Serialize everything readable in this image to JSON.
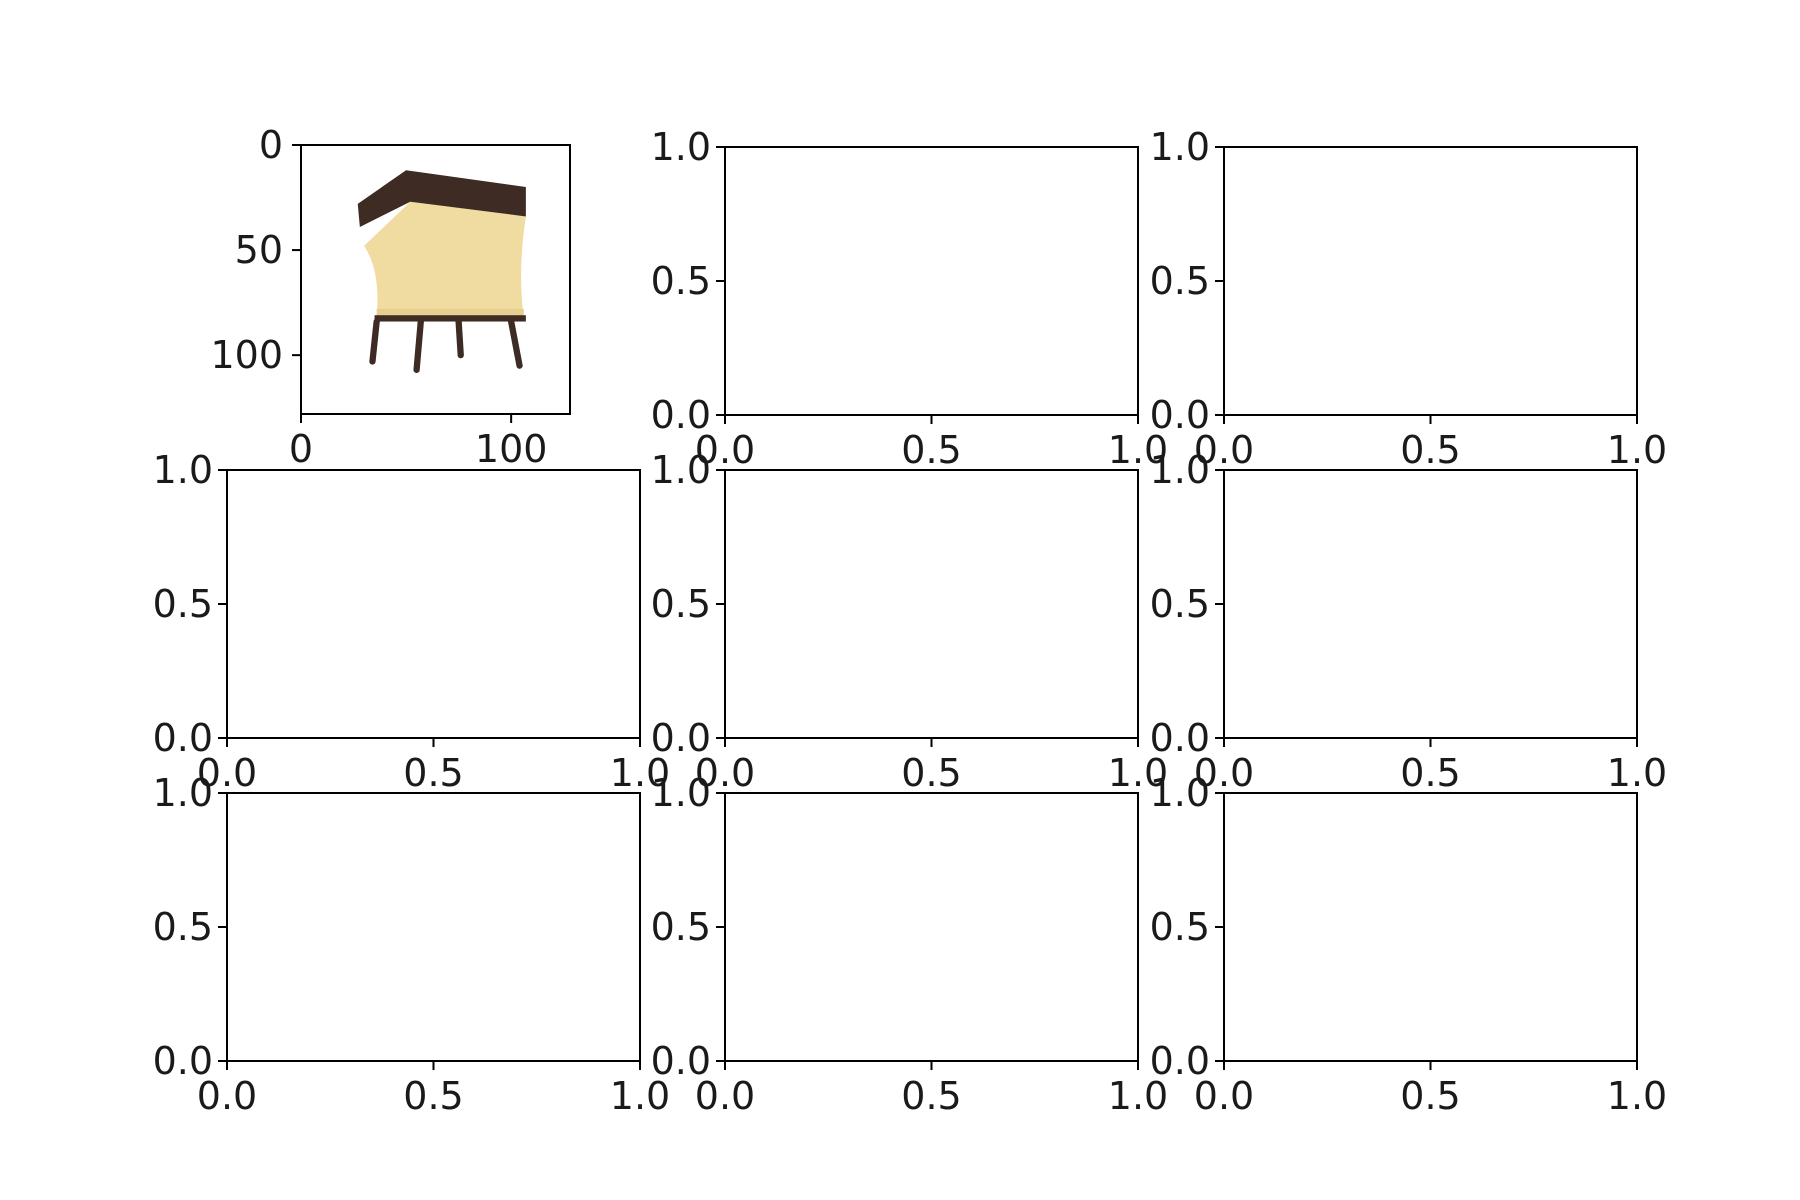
{
  "chart_data": [
    {
      "type": "image",
      "image_description": "chair",
      "xticks": [
        0,
        100
      ],
      "yticks": [
        0,
        50,
        100
      ],
      "xlim": [
        0,
        128
      ],
      "ylim": [
        128,
        0
      ],
      "colors": {
        "frame": "#3d2b24",
        "cushion": "#f0dca0",
        "cushion_shade": "#e6cf8e"
      }
    },
    {
      "type": "blank",
      "xlim": [
        0,
        1
      ],
      "ylim": [
        0,
        1
      ],
      "xticks": [
        "0.0",
        "0.5",
        "1.0"
      ],
      "yticks": [
        "0.0",
        "0.5",
        "1.0"
      ]
    },
    {
      "type": "blank",
      "xlim": [
        0,
        1
      ],
      "ylim": [
        0,
        1
      ],
      "xticks": [
        "0.0",
        "0.5",
        "1.0"
      ],
      "yticks": [
        "0.0",
        "0.5",
        "1.0"
      ]
    },
    {
      "type": "blank",
      "xlim": [
        0,
        1
      ],
      "ylim": [
        0,
        1
      ],
      "xticks": [
        "0.0",
        "0.5",
        "1.0"
      ],
      "yticks": [
        "0.0",
        "0.5",
        "1.0"
      ]
    },
    {
      "type": "blank",
      "xlim": [
        0,
        1
      ],
      "ylim": [
        0,
        1
      ],
      "xticks": [
        "0.0",
        "0.5",
        "1.0"
      ],
      "yticks": [
        "0.0",
        "0.5",
        "1.0"
      ]
    },
    {
      "type": "blank",
      "xlim": [
        0,
        1
      ],
      "ylim": [
        0,
        1
      ],
      "xticks": [
        "0.0",
        "0.5",
        "1.0"
      ],
      "yticks": [
        "0.0",
        "0.5",
        "1.0"
      ]
    },
    {
      "type": "blank",
      "xlim": [
        0,
        1
      ],
      "ylim": [
        0,
        1
      ],
      "xticks": [
        "0.0",
        "0.5",
        "1.0"
      ],
      "yticks": [
        "0.0",
        "0.5",
        "1.0"
      ]
    },
    {
      "type": "blank",
      "xlim": [
        0,
        1
      ],
      "ylim": [
        0,
        1
      ],
      "xticks": [
        "0.0",
        "0.5",
        "1.0"
      ],
      "yticks": [
        "0.0",
        "0.5",
        "1.0"
      ]
    },
    {
      "type": "blank",
      "xlim": [
        0,
        1
      ],
      "ylim": [
        0,
        1
      ],
      "xticks": [
        "0.0",
        "0.5",
        "1.0"
      ],
      "yticks": [
        "0.0",
        "0.5",
        "1.0"
      ]
    }
  ]
}
